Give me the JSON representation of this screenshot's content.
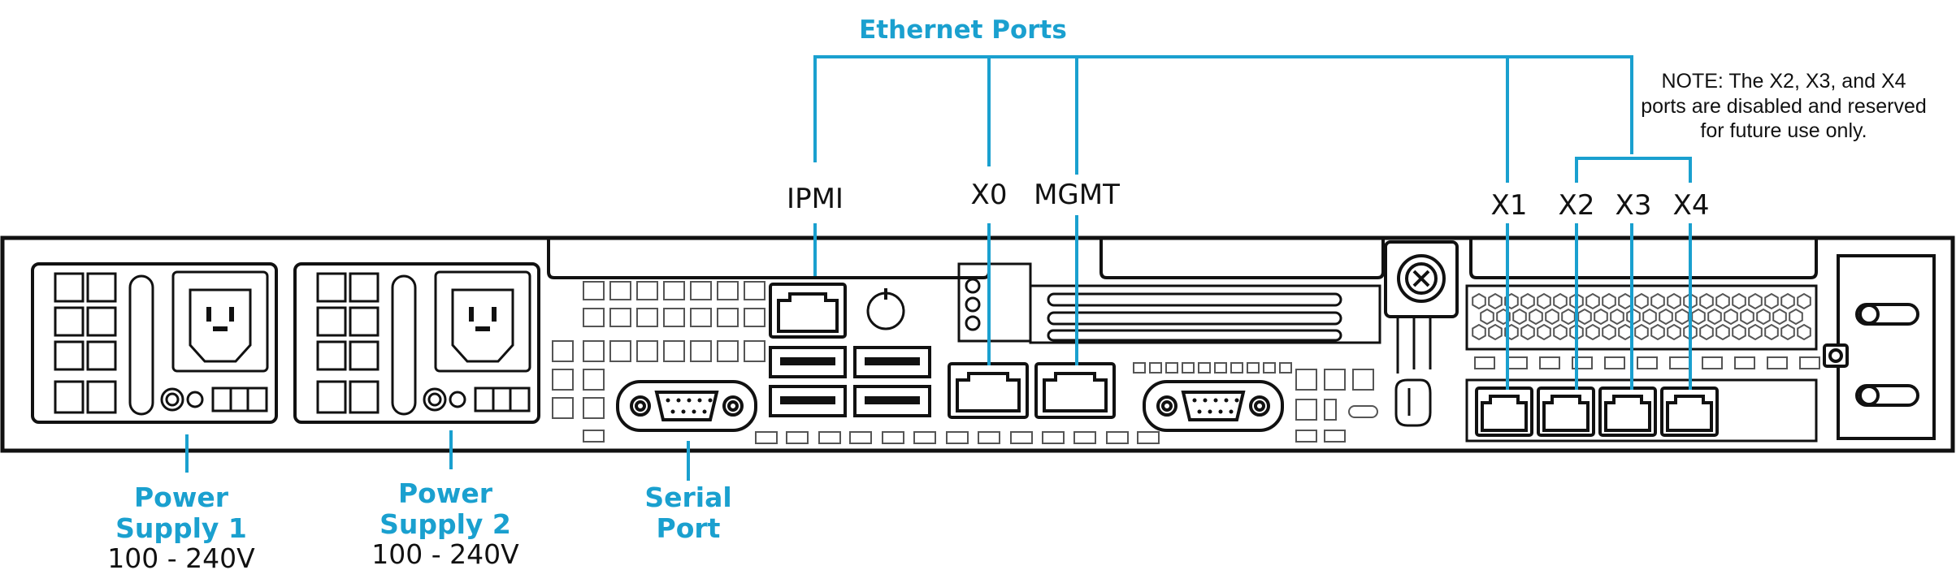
{
  "title": "Ethernet Ports",
  "note": "NOTE: The X2, X3, and X4 ports are disabled and reserved for future use only.",
  "ports": {
    "ipmi": "IPMI",
    "x0": "X0",
    "mgmt": "MGMT",
    "x1": "X1",
    "x2": "X2",
    "x3": "X3",
    "x4": "X4"
  },
  "bottom": {
    "psu1_line1": "Power",
    "psu1_line2": "Supply 1",
    "psu1_voltage": "100 - 240V",
    "psu2_line1": "Power",
    "psu2_line2": "Supply 2",
    "psu2_voltage": "100 - 240V",
    "serial_line1": "Serial",
    "serial_line2": "Port"
  },
  "colors": {
    "accent": "#1aa0cf",
    "line": "#111111"
  }
}
